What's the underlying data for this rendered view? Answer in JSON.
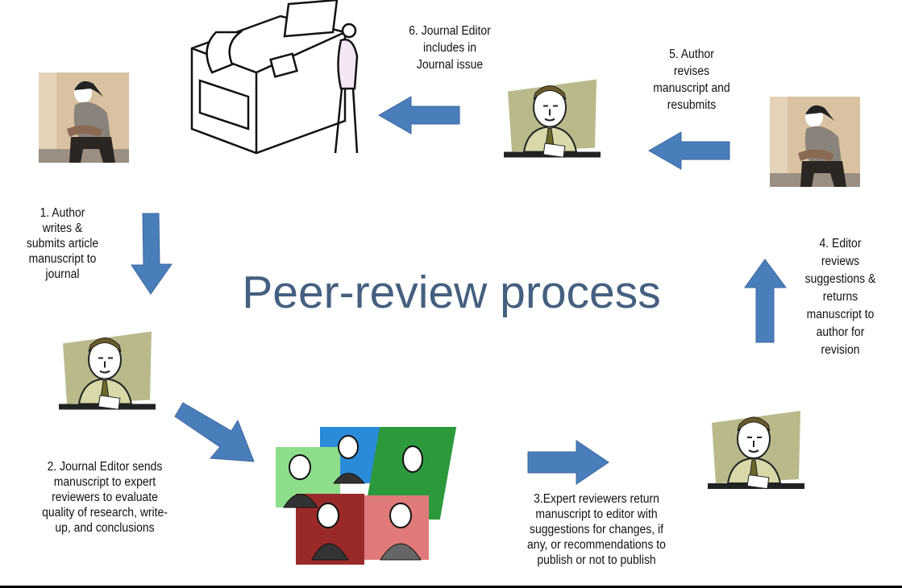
{
  "title": "Peer-review process",
  "colors": {
    "arrow": "#4a7ebb",
    "title": "#44607f"
  },
  "steps": [
    {
      "lines": [
        "1. Author",
        "writes &",
        "submits article",
        "manuscript to",
        "journal"
      ]
    },
    {
      "lines": [
        "2. Journal Editor sends",
        "manuscript to expert",
        "reviewers to evaluate",
        "quality of research, write-",
        "up, and conclusions"
      ]
    },
    {
      "lines": [
        "3.Expert reviewers return",
        "manuscript to editor with",
        "suggestions for changes, if",
        "any, or recommendations to",
        "publish or not to publish"
      ]
    },
    {
      "lines": [
        "4. Editor",
        "reviews",
        "suggestions &",
        "returns",
        "manuscript to",
        "author for",
        "revision"
      ]
    },
    {
      "lines": [
        "5. Author",
        "revises",
        "manuscript and",
        "resubmits"
      ]
    },
    {
      "lines": [
        "6. Journal Editor",
        "includes in",
        "Journal issue"
      ]
    }
  ]
}
